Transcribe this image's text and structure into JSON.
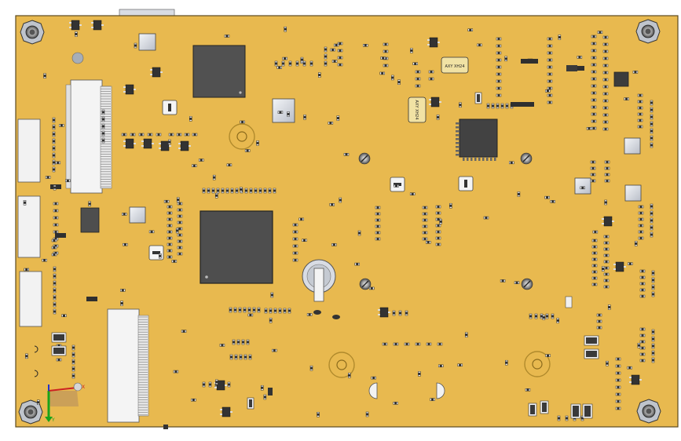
{
  "colors": {
    "background": "#ffffff",
    "board": "#e8b94f",
    "board_edge": "#5c4a1e",
    "ic_body": "#555555",
    "component_dark": "#3a3a3a",
    "silver": "#d8dde6",
    "connector": "#f1f1f1"
  },
  "crystals": [
    {
      "label": "AXY XH24"
    },
    {
      "label": "AXY XH24"
    }
  ],
  "axis": {
    "x_label": "X",
    "y_label": "Y"
  }
}
